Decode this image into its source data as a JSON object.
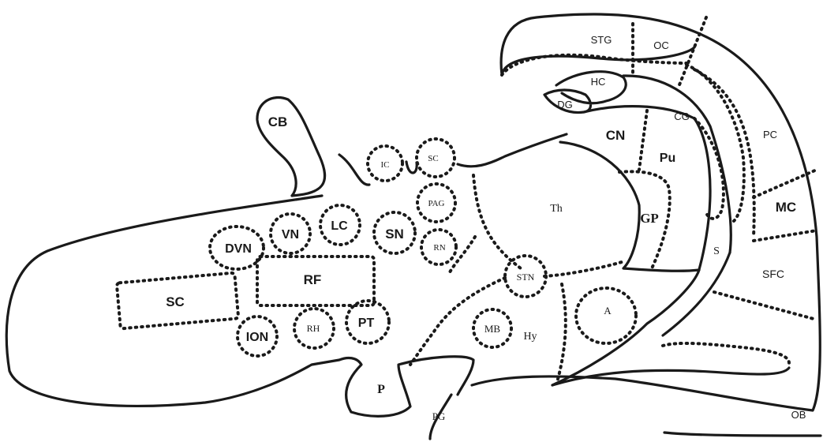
{
  "labels": {
    "stg": "STG",
    "oc": "OC",
    "hc": "HC",
    "dg": "DG",
    "cg": "CG",
    "pc": "PC",
    "cn": "CN",
    "pu": "Pu",
    "mc": "MC",
    "gp": "GP",
    "th": "Th",
    "s": "S",
    "sfc": "SFC",
    "stn": "STN",
    "a": "A",
    "mb": "MB",
    "hy": "Hy",
    "ob": "OB",
    "pg": "PG",
    "p": "P",
    "cb": "CB",
    "ic": "IC",
    "sc_mid": "SC",
    "pag": "PAG",
    "rn": "RN",
    "sn": "SN",
    "lc": "LC",
    "vn": "VN",
    "dvn": "DVN",
    "rf": "RF",
    "sc_cord": "SC",
    "ion": "ION",
    "rh": "RH",
    "pt": "PT"
  }
}
